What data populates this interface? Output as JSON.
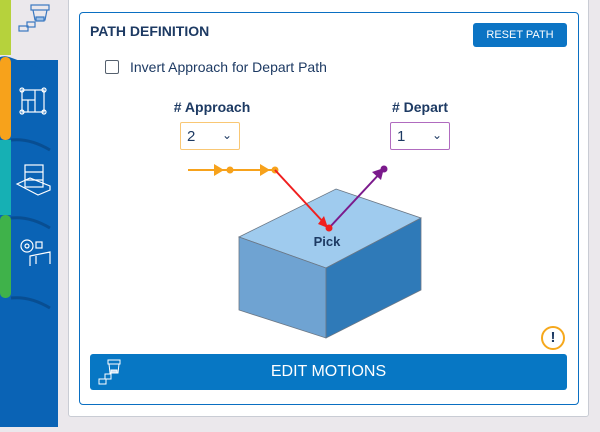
{
  "sidebar": {
    "tabs": [
      {
        "name": "motions",
        "active": true,
        "color": "#b6d23c"
      },
      {
        "name": "pattern",
        "color": "#f7a21b"
      },
      {
        "name": "pallet",
        "color": "#16b0b4"
      },
      {
        "name": "settings",
        "color": "#3fb24a"
      }
    ]
  },
  "panel": {
    "title": "PATH DEFINITION",
    "reset_label": "RESET PATH",
    "invert_label": "Invert Approach for Depart Path",
    "invert_checked": false
  },
  "approach": {
    "label": "# Approach",
    "value": "2",
    "color": "#f7a21b"
  },
  "depart": {
    "label": "# Depart",
    "value": "1",
    "color": "#8a2a9c"
  },
  "diagram": {
    "pick_label": "Pick"
  },
  "edit_label": "EDIT MOTIONS",
  "warning_symbol": "!"
}
